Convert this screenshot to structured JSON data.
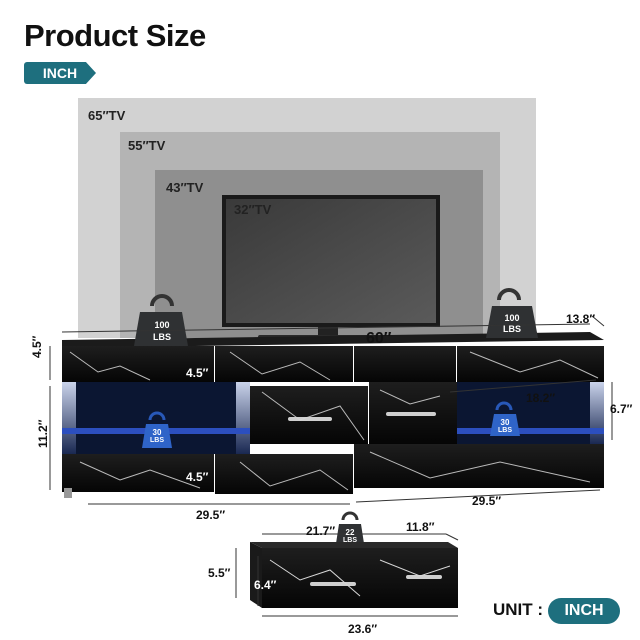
{
  "header": {
    "title": "Product Size",
    "unit_tag": "INCH"
  },
  "tv_sizes": [
    "65″TV",
    "55″TV",
    "43″TV",
    "32″TV"
  ],
  "weights": {
    "top_left": {
      "value": "100",
      "unit": "LBS"
    },
    "top_right": {
      "value": "100",
      "unit": "LBS"
    },
    "shelf": {
      "value": "30",
      "unit": "LBS"
    },
    "drawer": {
      "value": "22",
      "unit": "LBS"
    }
  },
  "dimensions": {
    "width": "60″",
    "depth": "13.8″",
    "top_height": "4.5″",
    "top_drawer_height": "4.5″",
    "body_height": "11.2″",
    "shelf_depth": "18.2″",
    "shelf_height": "6.7″",
    "bottom_drawer_height": "4.5″",
    "left_width": "29.5″",
    "right_width": "29.5″",
    "drawer_inner_width": "21.7″",
    "drawer_inner_depth": "11.8″",
    "drawer_outer_height": "5.5″",
    "drawer_inner_height": "6.4″",
    "drawer_width": "23.6″"
  },
  "footer": {
    "unit_label": "UNIT :",
    "unit_value": "INCH"
  },
  "colors": {
    "accent": "#1e6f7e",
    "cabinet": "#0d0d0d",
    "led": "#3b6fff"
  }
}
